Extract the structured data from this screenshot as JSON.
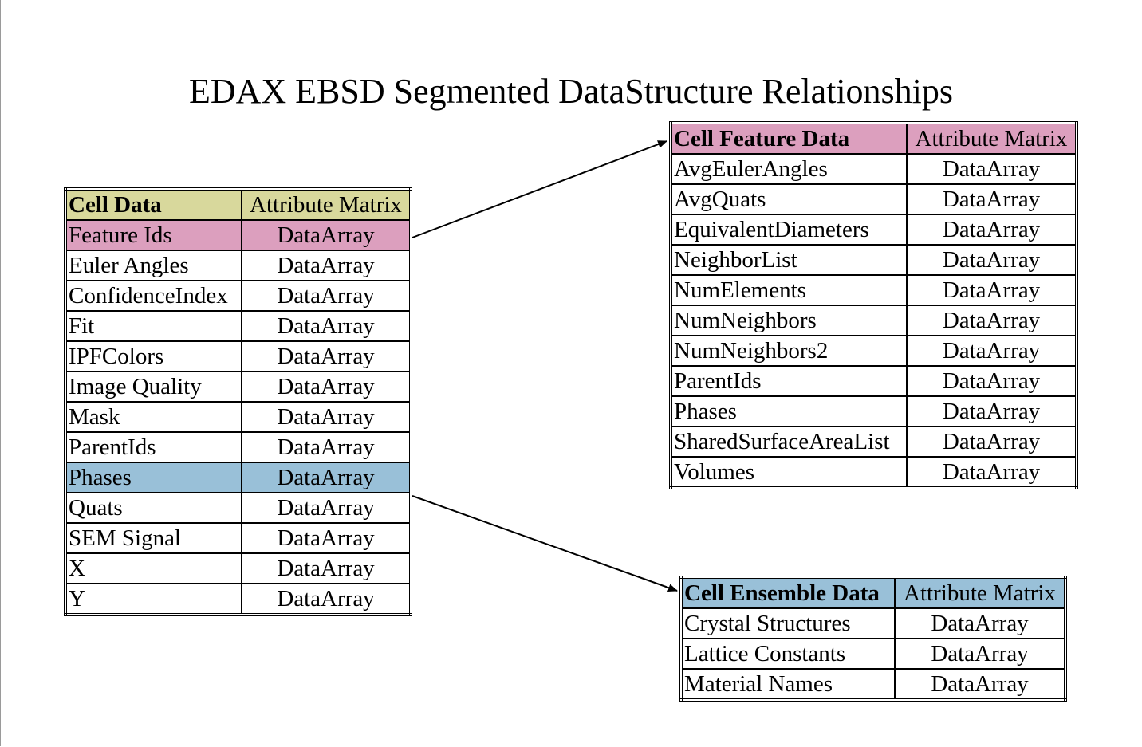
{
  "title": "EDAX EBSD Segmented DataStructure Relationships",
  "colors": {
    "cell_data_header": "#d8d89c",
    "feature_highlight": "#dc9fbe",
    "ensemble_highlight": "#99c0d8"
  },
  "cell_data": {
    "header": {
      "name": "Cell Data",
      "type": "Attribute Matrix"
    },
    "rows": [
      {
        "name": "Feature Ids",
        "type": "DataArray"
      },
      {
        "name": "Euler Angles",
        "type": "DataArray"
      },
      {
        "name": "ConfidenceIndex",
        "type": "DataArray"
      },
      {
        "name": "Fit",
        "type": "DataArray"
      },
      {
        "name": "IPFColors",
        "type": "DataArray"
      },
      {
        "name": "Image Quality",
        "type": "DataArray"
      },
      {
        "name": "Mask",
        "type": "DataArray"
      },
      {
        "name": "ParentIds",
        "type": "DataArray"
      },
      {
        "name": "Phases",
        "type": "DataArray"
      },
      {
        "name": "Quats",
        "type": "DataArray"
      },
      {
        "name": "SEM Signal",
        "type": "DataArray"
      },
      {
        "name": "X",
        "type": "DataArray"
      },
      {
        "name": "Y",
        "type": "DataArray"
      }
    ]
  },
  "cell_feature_data": {
    "header": {
      "name": "Cell Feature Data",
      "type": "Attribute Matrix"
    },
    "rows": [
      {
        "name": "AvgEulerAngles",
        "type": "DataArray"
      },
      {
        "name": "AvgQuats",
        "type": "DataArray"
      },
      {
        "name": "EquivalentDiameters",
        "type": "DataArray"
      },
      {
        "name": "NeighborList",
        "type": "DataArray"
      },
      {
        "name": "NumElements",
        "type": "DataArray"
      },
      {
        "name": "NumNeighbors",
        "type": "DataArray"
      },
      {
        "name": "NumNeighbors2",
        "type": "DataArray"
      },
      {
        "name": "ParentIds",
        "type": "DataArray"
      },
      {
        "name": "Phases",
        "type": "DataArray"
      },
      {
        "name": "SharedSurfaceAreaList",
        "type": "DataArray"
      },
      {
        "name": "Volumes",
        "type": "DataArray"
      }
    ]
  },
  "cell_ensemble_data": {
    "header": {
      "name": "Cell Ensemble Data",
      "type": "Attribute Matrix"
    },
    "rows": [
      {
        "name": "Crystal Structures",
        "type": "DataArray"
      },
      {
        "name": "Lattice Constants",
        "type": "DataArray"
      },
      {
        "name": "Material Names",
        "type": "DataArray"
      }
    ]
  }
}
